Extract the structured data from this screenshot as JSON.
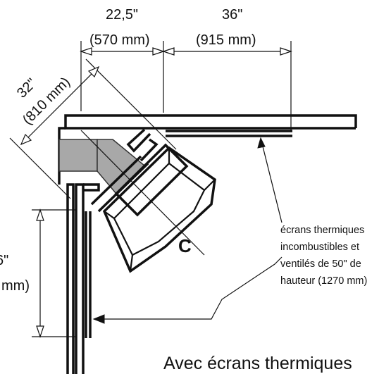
{
  "dimensions": {
    "d1_in": "22,5\"",
    "d1_mm": "(570 mm)",
    "d2_in": "36\"",
    "d2_mm": "(915 mm)",
    "d3_in": "32\"",
    "d3_mm": "(810 mm)",
    "d4_in": "6\"",
    "d4_mm": "mm)"
  },
  "center_mark": "C",
  "note": {
    "line1": "écrans thermiques",
    "line2": "incombustibles et",
    "line3": "ventilés de 50\" de",
    "line4": "hauteur (1270 mm)"
  },
  "caption": "Avec écrans thermiques"
}
